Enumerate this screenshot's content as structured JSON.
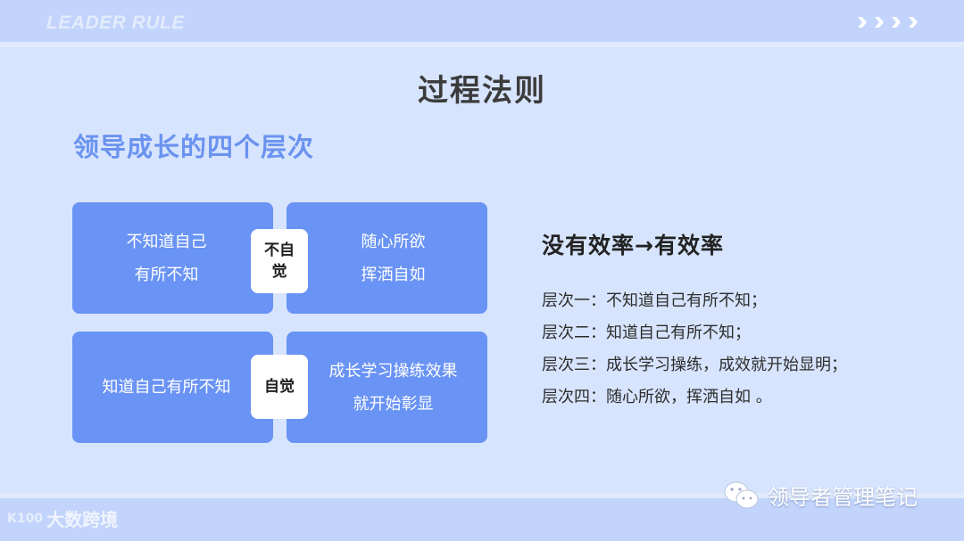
{
  "header": {
    "brand_watermark": "LEADER RULE",
    "decoration": "chevron-right-icon x4",
    "colors": {
      "band": "#c2d4fb",
      "stripe": "#e1eafd",
      "background": "#d7e4fd"
    }
  },
  "page": {
    "title": "过程法则",
    "subtitle": "领导成长的四个层次",
    "colors": {
      "title": "#3b3b3b",
      "subtitle": "#6a93f0",
      "card": "#6993f4"
    }
  },
  "quadrants": {
    "top_left": {
      "line1": "不知道自己",
      "line2": "有所不知"
    },
    "top_right": {
      "line1": "随心所欲",
      "line2": "挥洒自如"
    },
    "bottom_left": {
      "line1": "知道自己有所不知"
    },
    "bottom_right": {
      "line1": "成长学习操练效果",
      "line2": "就开始彰显"
    },
    "badge_top": "不自觉",
    "badge_bottom": "自觉"
  },
  "right_panel": {
    "heading": "没有效率→有效率",
    "levels": [
      "层次一：不知道自己有所不知；",
      "层次二：知道自己有所不知；",
      "层次三：成长学习操练，成效就开始显明；",
      "层次四：随心所欲，挥洒自如 。"
    ]
  },
  "footer": {
    "left_watermark": "大数跨境",
    "left_logo": "K100",
    "right_watermark": "领导者管理笔记",
    "right_icon": "wechat-icon"
  }
}
